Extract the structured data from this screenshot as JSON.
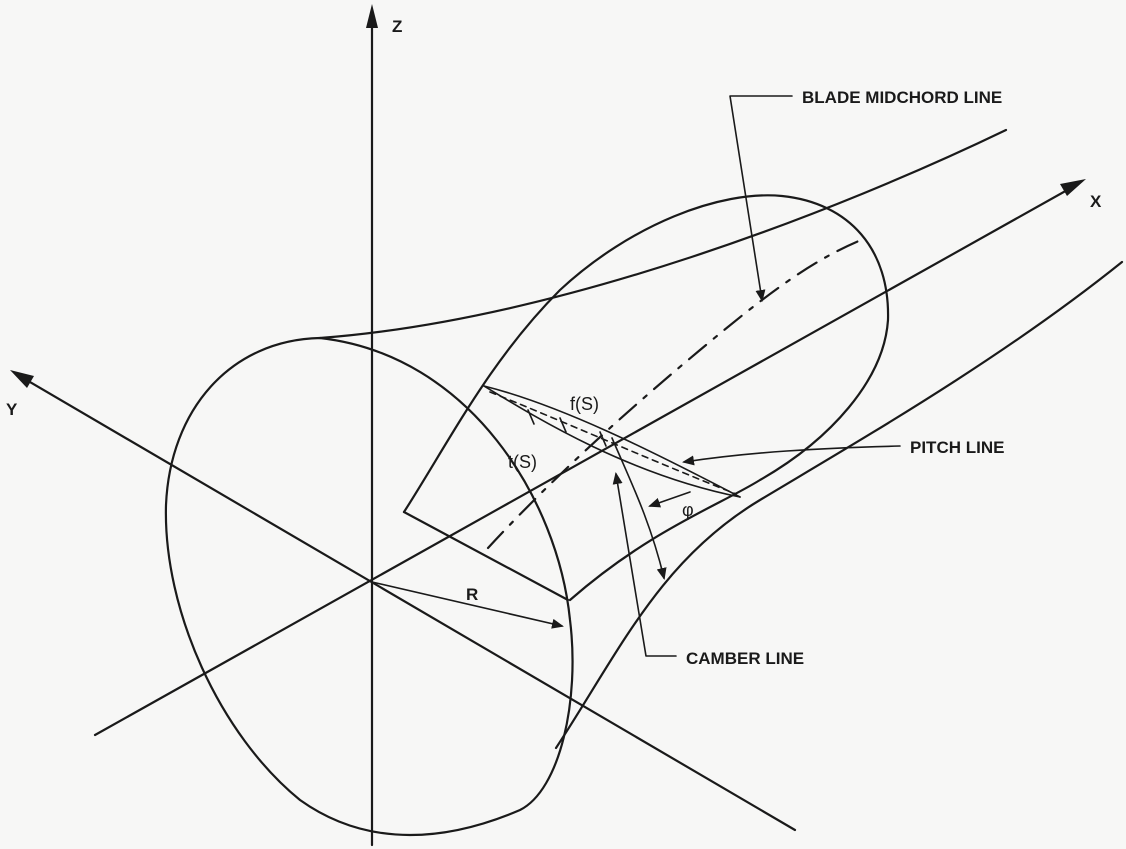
{
  "axes": {
    "z": "Z",
    "x": "X",
    "y": "Y"
  },
  "labels": {
    "blade_midchord": "BLADE MIDCHORD LINE",
    "pitch_line": "PITCH LINE",
    "camber_line": "CAMBER LINE",
    "fs": "f(S)",
    "ts": "t(S)",
    "phi": "φ",
    "radius": "R"
  }
}
